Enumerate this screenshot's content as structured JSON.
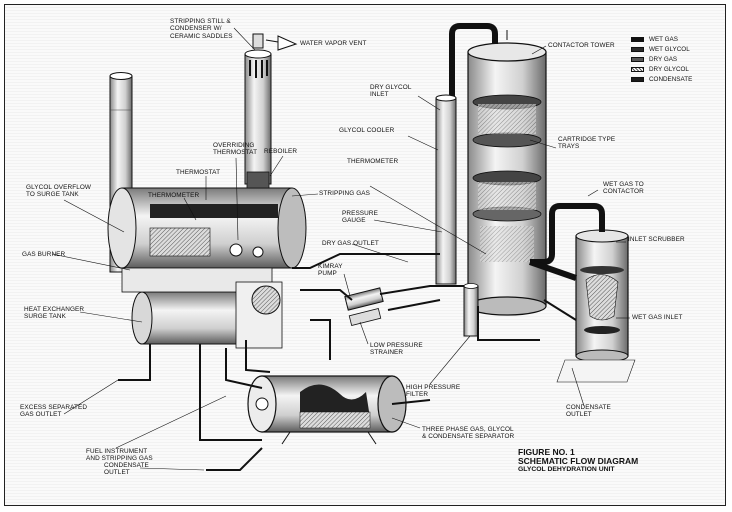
{
  "labels": {
    "stripping_still": "STRIPPING STILL &\nCONDENSER W/\nCERAMIC SADDLES",
    "water_vapor_vent": "WATER VAPOR VENT",
    "contactor_tower": "CONTACTOR TOWER",
    "dry_glycol_inlet": "DRY GLYCOL\nINLET",
    "glycol_cooler": "GLYCOL COOLER",
    "cartridge_trays": "CARTRIDGE TYPE\nTRAYS",
    "overriding_thermostat": "OVERRIDING\nTHERMOSTAT",
    "reboiler": "REBOILER",
    "thermostat": "THERMOSTAT",
    "thermometer_left": "THERMOMETER",
    "thermometer_right": "THERMOMETER",
    "glycol_overflow": "GLYCOL OVERFLOW\nTO SURGE TANK",
    "stripping_gas": "STRIPPING GAS",
    "wet_gas_to_contactor": "WET GAS TO\nCONTACTOR",
    "pressure_gauge": "PRESSURE\nGAUGE",
    "inlet_scrubber": "INLET SCRUBBER",
    "gas_burner": "GAS BURNER",
    "dry_gas_outlet": "DRY GAS OUTLET",
    "kimray_pump": "KIMRAY\nPUMP",
    "wet_gas_inlet": "WET GAS INLET",
    "heat_exchanger": "HEAT EXCHANGER\nSURGE TANK",
    "low_pressure_strainer": "LOW PRESSURE\nSTRAINER",
    "high_pressure_filter": "HIGH PRESSURE\nFILTER",
    "excess_separated_gas": "EXCESS SEPARATED\nGAS OUTLET",
    "fuel_instrument": "FUEL INSTRUMENT\nAND STRIPPING GAS",
    "condensate_outlet_right": "CONDENSATE\nOUTLET",
    "three_phase_separator": "THREE PHASE GAS, GLYCOL\n& CONDENSATE SEPARATOR",
    "condensate_outlet_bottom": "CONDENSATE\nOUTLET"
  },
  "legend": [
    {
      "label": "WET GAS",
      "fill": "#111111"
    },
    {
      "label": "WET GLYCOL",
      "fill": "#2a2a2a"
    },
    {
      "label": "DRY GAS",
      "fill": "#555555"
    },
    {
      "label": "DRY GLYCOL",
      "fill": "#9a9a9a"
    },
    {
      "label": "CONDENSATE",
      "fill": "#1c1c1c"
    }
  ],
  "caption": {
    "line1": "FIGURE NO. 1",
    "line2": "SCHEMATIC FLOW DIAGRAM",
    "line3": "GLYCOL DEHYDRATION UNIT"
  }
}
